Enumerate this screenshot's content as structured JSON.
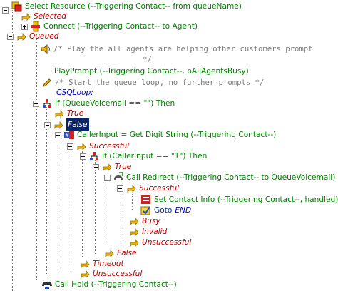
{
  "script_tree": {
    "r0": "Select Resource (--Triggering Contact-- from queueName)",
    "r1": "Selected",
    "r2": "Connect (--Triggering Contact-- to Agent)",
    "r3": "Queued",
    "r4a": "/* Play the all agents are helping other customers prompt",
    "r4b": "*/",
    "r5": "PlayPrompt (--Triggering Contact--, pAllAgentsBusy)",
    "r6": "/* Start the queue loop, no further prompts */",
    "r7": "CSQLoop:",
    "r8": "If (QueueVoicemail == \"\") Then",
    "r9": "True",
    "r10": "False",
    "r11": "CallerInput = Get Digit String (--Triggering Contact--)",
    "r12": "Successful",
    "r13": "If (CallerInput == \"1\") Then",
    "r14": "True",
    "r15": "Call Redirect (--Triggering Contact-- to QueueVoicemail)",
    "r16": "Successful",
    "r17": "Set Contact Info (--Triggering Contact--, handled)",
    "r18_goto": "Goto",
    "r18_target": "END",
    "r19": "Busy",
    "r20": "Invalid",
    "r21": "Unsuccessful",
    "r22": "False",
    "r23": "Timeout",
    "r24": "Unsuccessful",
    "r25": "Call Hold (--Triggering Contact--)"
  }
}
